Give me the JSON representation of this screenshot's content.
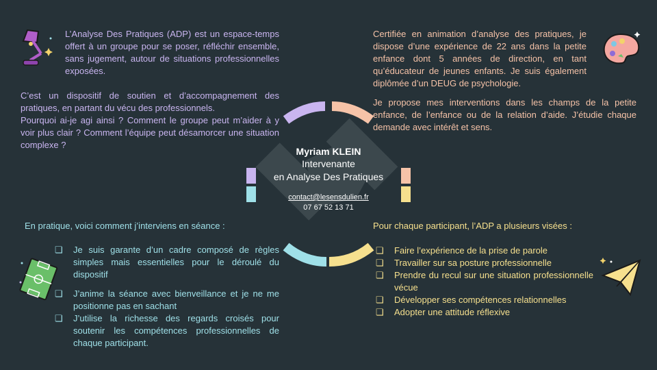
{
  "top_left": {
    "p1": "L’Analyse Des Pratiques (ADP) est un espace-temps offert à un groupe pour se poser, réfléchir ensemble, sans jugement, autour de situations professionnelles exposées.",
    "p2": "C’est un dispositif de soutien et d’accompagnement des pratiques, en partant du vécu des professionnels.",
    "p3": "Pourquoi ai-je agi ainsi ? Comment le groupe peut m’aider à y voir plus clair ? Comment l’équipe peut désamorcer une situation complexe ?"
  },
  "top_right": {
    "p1": "Certifiée en animation d’analyse des pratiques, je dispose d’une expérience de 22 ans dans la petite enfance dont 5 années de direction, en tant qu’éducateur de jeunes enfants. Je suis également diplômée d’un DEUG de psychologie.",
    "p2": "Je propose mes interventions dans les champs de la petite enfance, de l’enfance ou de la relation d’aide. J’étudie chaque demande avec intérêt et sens."
  },
  "center": {
    "name": "Myriam KLEIN",
    "role_line1": "Intervenante",
    "role_line2": "en Analyse Des Pratiques",
    "email": "contact@lesensdulien.fr",
    "phone": "07 67 52 13 71"
  },
  "bottom_left": {
    "heading": "En pratique, voici comment j’interviens en séance :",
    "bullet_glyph": "❏",
    "items": [
      "Je suis garante d’un cadre composé de règles simples mais essentielles pour le déroulé du dispositif",
      "J’anime la séance avec bienveillance et je ne me positionne  pas en sachant",
      "J’utilise la richesse des regards croisés pour soutenir les compétences professionnelles de chaque participant."
    ]
  },
  "bottom_right": {
    "heading": "Pour chaque participant, l’ADP a plusieurs visées :",
    "bullet_glyph": "❏",
    "items": [
      "Faire l’expérience de la prise de parole",
      "Travailler sur sa posture professionnelle",
      "Prendre du recul sur une situation professionnelle vécue",
      "Développer ses compétences relationnelles",
      "Adopter une attitude réflexive"
    ]
  },
  "icons": {
    "top_left": "desk-lamp-icon",
    "top_right": "paint-palette-icon",
    "bottom_left": "football-field-icon",
    "bottom_right": "paper-plane-icon",
    "center_watermark": "handshake-icon"
  },
  "colors": {
    "background": "#263238",
    "purple": "#c9b5f0",
    "peach": "#f6c3a8",
    "teal": "#9fe0e8",
    "yellow": "#f6e08e"
  }
}
